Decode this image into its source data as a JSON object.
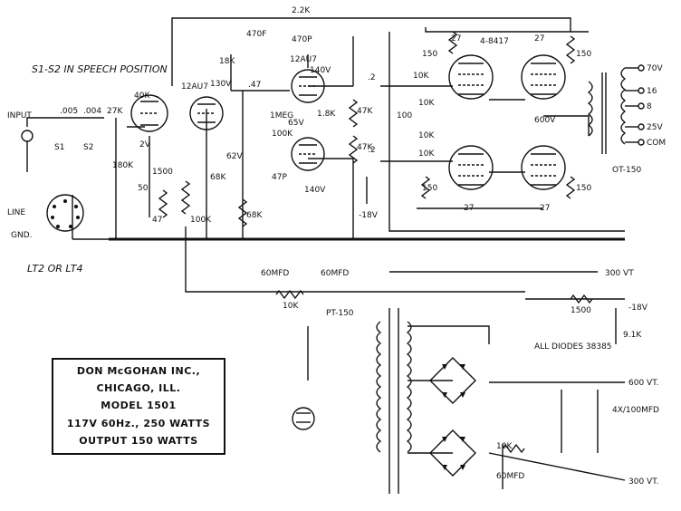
{
  "labels": {
    "speech_note": "S1-S2 IN SPEECH POSITION",
    "input": "INPUT",
    "s1": "S1",
    "s2": "S2",
    "line": "LINE",
    "gnd": "GND.",
    "socket": "LT2 OR LT4",
    "tube_12au7_a": "12AU7",
    "tube_12au7_b": "12AU7",
    "output_tubes": "4-8417",
    "ot": "OT-150",
    "pt": "PT-150",
    "diodes_note": "ALL DIODES 38385",
    "tap_70v": "70V",
    "tap_16": "16",
    "tap_8": "8",
    "tap_25v": "25V",
    "tap_com": "COM",
    "rail_300": "300 VT",
    "rail_600": "600 VT.",
    "rail_300b": "300 VT.",
    "bias_18": "-18V",
    "bias_18b": "-18V",
    "caps_4x": "4X/100MFD",
    "v600": "600V"
  },
  "components": {
    "r_2_2k": "2.2K",
    "c_470p_top": "470P",
    "c_470f": "470F",
    "r_18k": "18K",
    "v130": "130V",
    "c_47": ".47",
    "r_1meg": "1MEG",
    "v140_top": "140V",
    "v65": "65V",
    "r_1_8k": "1.8K",
    "r_100k_cath": "100K",
    "c_47p": "47P",
    "v140_bot": "140V",
    "r_40k": "40K",
    "r_05": ".005",
    "r_004": ".004",
    "r_27k": "27K",
    "r_180k": "180K",
    "v2": "2V",
    "r_1500": "1500",
    "c_50": "50",
    "r_47": "47",
    "r_100k_plate": "100K",
    "v62": "62V",
    "r_68k": "68K",
    "r_68k_b": "68K",
    "r_10k_bus": "10K",
    "c_60mfd_a": "60MFD",
    "c_60mfd_b": "60MFD",
    "r_47k_a": "47K",
    "r_47k_b": "47K",
    "c_2_a": ".2",
    "c_2_b": ".2",
    "r_150_tl": "150",
    "r_150_bl": "150",
    "r_150_tr": "150",
    "r_150_br": "150",
    "r_27_tl": "27",
    "r_27_tr": "27",
    "r_27_bl": "27",
    "r_27_br": "27",
    "r_10k_g1": "10K",
    "r_10k_g2": "10K",
    "r_10k_g3": "10K",
    "r_10k_g4": "10K",
    "r_100_bias": "100",
    "r_1500_bias": "1500",
    "r_9_1k": "9.1K",
    "r_10k_ps": "10K",
    "c_60mfd_ps": "60MFD"
  },
  "info": {
    "line1": "DON McGOHAN INC.,",
    "line2": "CHICAGO, ILL.",
    "line3": "MODEL 1501",
    "line4": "117V 60Hz., 250 WATTS",
    "line5": "OUTPUT 150 WATTS"
  }
}
